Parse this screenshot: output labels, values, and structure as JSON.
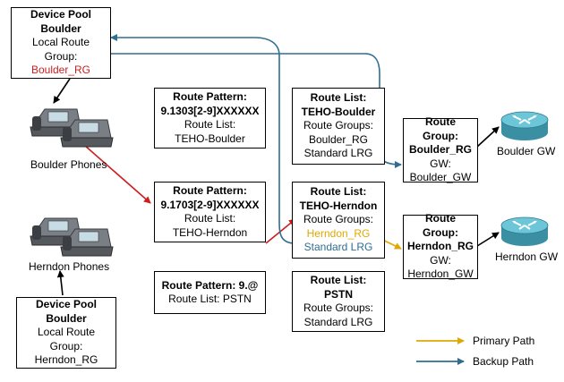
{
  "boulder_pool": {
    "title1": "Device Pool",
    "title2": "Boulder",
    "line3": "Local Route Group:",
    "line4": "Boulder_RG"
  },
  "herndon_pool": {
    "title1": "Device Pool",
    "title2": "Boulder",
    "line3": "Local Route Group:",
    "line4": "Herndon_RG"
  },
  "boulder_phones_label": "Boulder Phones",
  "herndon_phones_label": "Herndon Phones",
  "rp_boulder": {
    "title1": "Route Pattern:",
    "title2": "9.1303[2-9]XXXXXX",
    "line3": "Route List:",
    "line4": "TEHO-Boulder"
  },
  "rp_herndon": {
    "title1": "Route Pattern:",
    "title2": "9.1703[2-9]XXXXXX",
    "line3": "Route List:",
    "line4": "TEHO-Herndon"
  },
  "rp_pstn": {
    "title1": "Route Pattern: 9.@",
    "line2": "Route List: PSTN"
  },
  "rl_boulder": {
    "title1": "Route List:",
    "title2": "TEHO-Boulder",
    "line3": "Route Groups:",
    "line4": "Boulder_RG",
    "line5": "Standard LRG"
  },
  "rl_herndon": {
    "title1": "Route List:",
    "title2": "TEHO-Herndon",
    "line3": "Route Groups:",
    "line4": "Herndon_RG",
    "line5": "Standard LRG"
  },
  "rl_pstn": {
    "title1": "Route List:",
    "title2": "PSTN",
    "line3": "Route Groups:",
    "line4": "Standard LRG"
  },
  "rg_boulder": {
    "title1": "Route Group:",
    "title2": "Boulder_RG",
    "line3": "GW:",
    "line4": "Boulder_GW"
  },
  "rg_herndon": {
    "title1": "Route Group:",
    "title2": "Herndon_RG",
    "line3": "GW:",
    "line4": "Herndon_GW"
  },
  "boulder_gw_label": "Boulder GW",
  "herndon_gw_label": "Herndon GW",
  "legend": {
    "primary": "Primary Path",
    "backup": "Backup Path"
  },
  "colors": {
    "primary": "#e0a800",
    "backup": "#2e6e91",
    "call": "#cc1f1f",
    "router": "#4fb3c6"
  },
  "icons": {
    "phone": "ip-phone-icon",
    "router": "router-icon"
  }
}
